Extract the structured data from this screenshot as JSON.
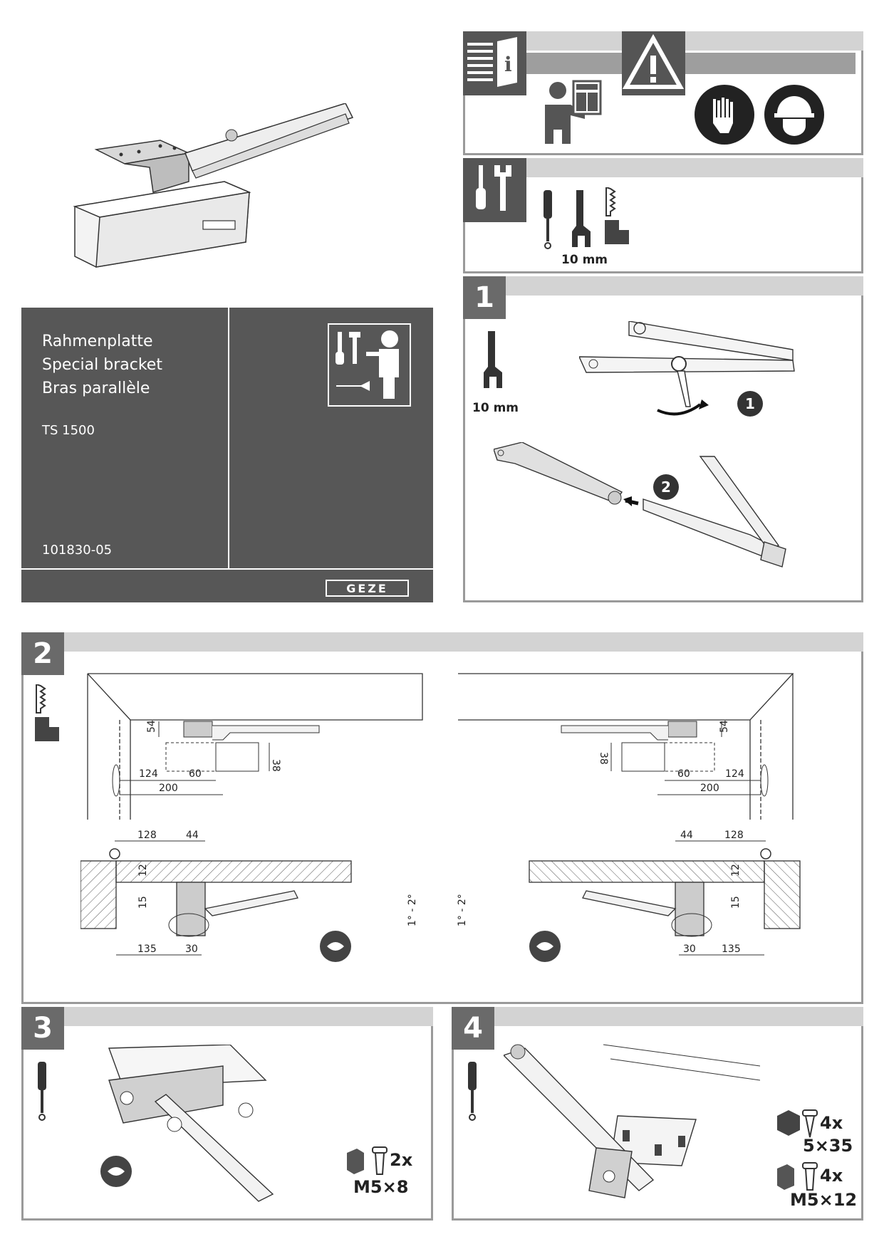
{
  "cover": {
    "titles": [
      "Rahmenplatte",
      "Special bracket",
      "Bras parallèle"
    ],
    "model": "TS 1500",
    "doc_number": "101830-05",
    "brand": "GEZE"
  },
  "tools": {
    "wrench_size": "10 mm"
  },
  "steps": {
    "s1": {
      "number": "1",
      "wrench_size": "10 mm",
      "callout_1": "1",
      "callout_2": "2"
    },
    "s2": {
      "number": "2",
      "top_dims": {
        "d54": "54",
        "d38": "38",
        "d124": "124",
        "d60": "60",
        "d200": "200"
      },
      "side_dims": {
        "d128": "128",
        "d44": "44",
        "d12": "12",
        "d15": "15",
        "d135": "135",
        "d30": "30",
        "angle": "1° - 2°"
      }
    },
    "s3": {
      "number": "3",
      "qty": "2x",
      "screw": "M5×8"
    },
    "s4": {
      "number": "4",
      "qty_wood": "4x",
      "screw_wood": "5×35",
      "qty_metal": "4x",
      "screw_metal": "M5×12"
    }
  },
  "colors": {
    "panel_border": "#9a9a9a",
    "header_bar": "#d3d3d3",
    "dark": "#575757"
  }
}
